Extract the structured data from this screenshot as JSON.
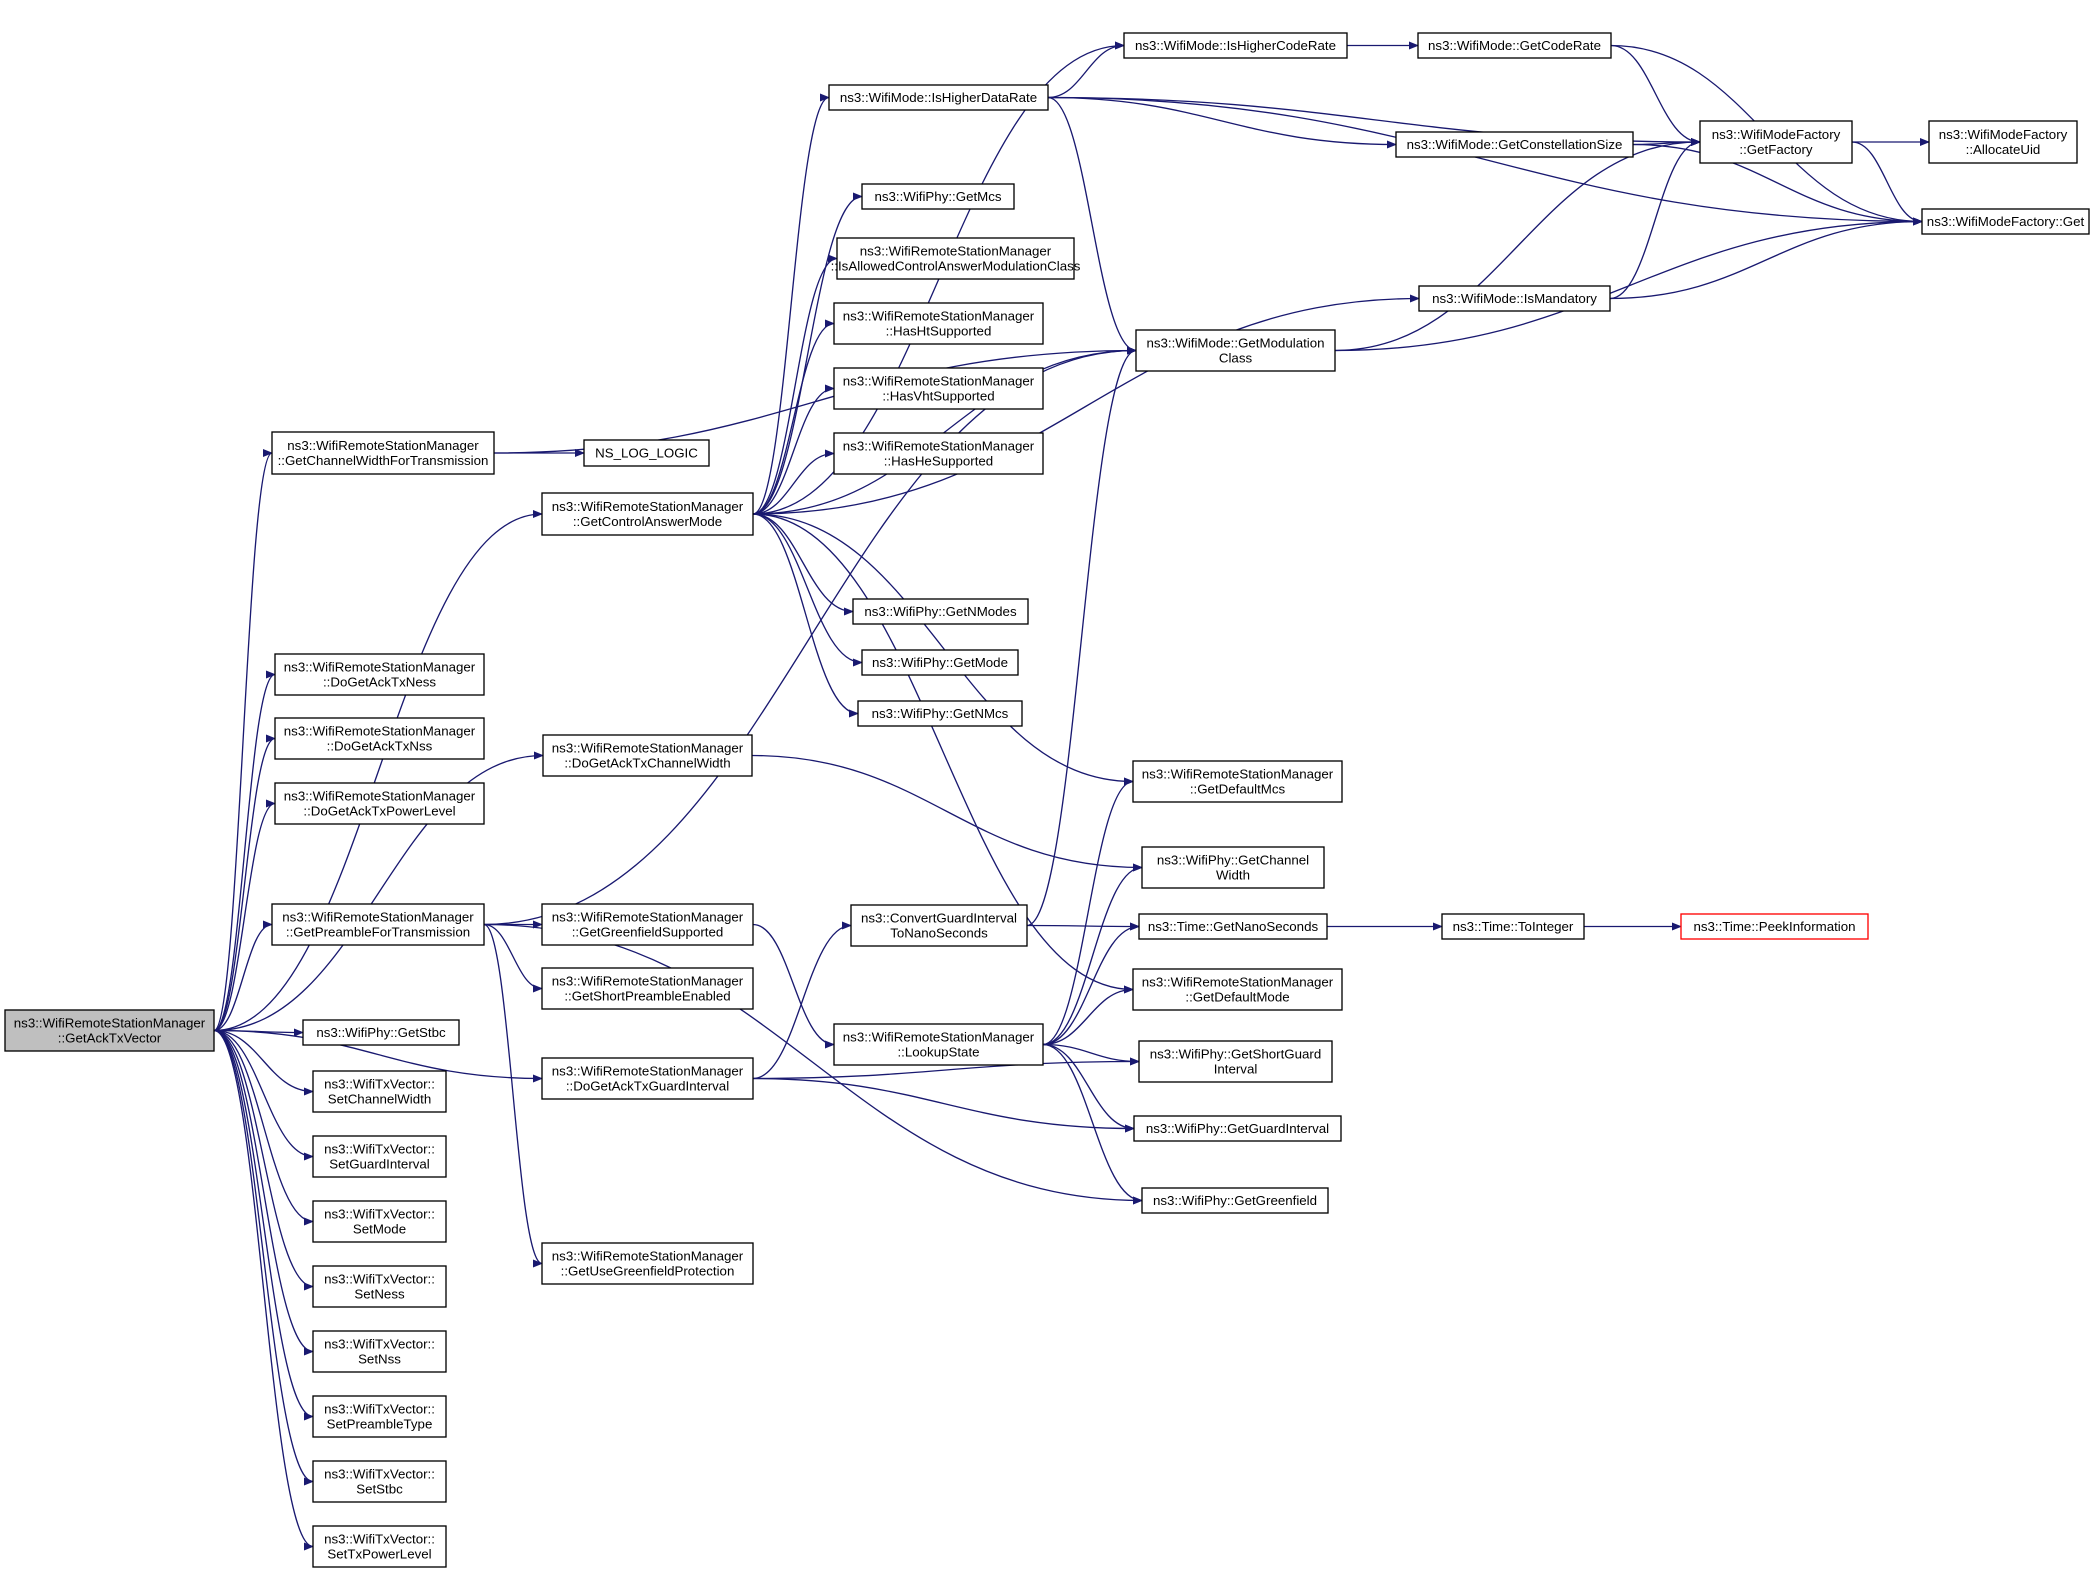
{
  "graph": {
    "edge_color": "#191970",
    "root_fill": "#bfbfbf",
    "truncated_border": "#ff0000",
    "nodes": [
      {
        "id": "root",
        "lines": [
          "ns3::WifiRemoteStationManager",
          "::GetAckTxVector"
        ],
        "style": "root"
      },
      {
        "id": "getChannelWidthForTx",
        "lines": [
          "ns3::WifiRemoteStationManager",
          "::GetChannelWidthForTransmission"
        ]
      },
      {
        "id": "nsLogLogic",
        "lines": [
          "NS_LOG_LOGIC"
        ]
      },
      {
        "id": "getControlAnswerMode",
        "lines": [
          "ns3::WifiRemoteStationManager",
          "::GetControlAnswerMode"
        ]
      },
      {
        "id": "doGetAckTxNess",
        "lines": [
          "ns3::WifiRemoteStationManager",
          "::DoGetAckTxNess"
        ]
      },
      {
        "id": "doGetAckTxNss",
        "lines": [
          "ns3::WifiRemoteStationManager",
          "::DoGetAckTxNss"
        ]
      },
      {
        "id": "doGetAckTxPowerLevel",
        "lines": [
          "ns3::WifiRemoteStationManager",
          "::DoGetAckTxPowerLevel"
        ]
      },
      {
        "id": "doGetAckTxChannelWidth",
        "lines": [
          "ns3::WifiRemoteStationManager",
          "::DoGetAckTxChannelWidth"
        ]
      },
      {
        "id": "getPreambleForTx",
        "lines": [
          "ns3::WifiRemoteStationManager",
          "::GetPreambleForTransmission"
        ]
      },
      {
        "id": "getGreenfieldSupported",
        "lines": [
          "ns3::WifiRemoteStationManager",
          "::GetGreenfieldSupported"
        ]
      },
      {
        "id": "getShortPreambleEnabled",
        "lines": [
          "ns3::WifiRemoteStationManager",
          "::GetShortPreambleEnabled"
        ]
      },
      {
        "id": "doGetAckTxGuardInterval",
        "lines": [
          "ns3::WifiRemoteStationManager",
          "::DoGetAckTxGuardInterval"
        ]
      },
      {
        "id": "getUseGreenfieldProtection",
        "lines": [
          "ns3::WifiRemoteStationManager",
          "::GetUseGreenfieldProtection"
        ]
      },
      {
        "id": "phyGetStbc",
        "lines": [
          "ns3::WifiPhy::GetStbc"
        ]
      },
      {
        "id": "setChannelWidth",
        "lines": [
          "ns3::WifiTxVector::",
          "SetChannelWidth"
        ]
      },
      {
        "id": "setGuardInterval",
        "lines": [
          "ns3::WifiTxVector::",
          "SetGuardInterval"
        ]
      },
      {
        "id": "setMode",
        "lines": [
          "ns3::WifiTxVector::",
          "SetMode"
        ]
      },
      {
        "id": "setNess",
        "lines": [
          "ns3::WifiTxVector::",
          "SetNess"
        ]
      },
      {
        "id": "setNss",
        "lines": [
          "ns3::WifiTxVector::",
          "SetNss"
        ]
      },
      {
        "id": "setPreambleType",
        "lines": [
          "ns3::WifiTxVector::",
          "SetPreambleType"
        ]
      },
      {
        "id": "setStbc",
        "lines": [
          "ns3::WifiTxVector::",
          "SetStbc"
        ]
      },
      {
        "id": "setTxPowerLevel",
        "lines": [
          "ns3::WifiTxVector::",
          "SetTxPowerLevel"
        ]
      },
      {
        "id": "isHigherDataRate",
        "lines": [
          "ns3::WifiMode::IsHigherDataRate"
        ]
      },
      {
        "id": "phyGetMcs",
        "lines": [
          "ns3::WifiPhy::GetMcs"
        ]
      },
      {
        "id": "isAllowedCtrlAnsModClass",
        "lines": [
          "ns3::WifiRemoteStationManager",
          "::IsAllowedControlAnswerModulationClass"
        ]
      },
      {
        "id": "hasHtSupported",
        "lines": [
          "ns3::WifiRemoteStationManager",
          "::HasHtSupported"
        ]
      },
      {
        "id": "hasVhtSupported",
        "lines": [
          "ns3::WifiRemoteStationManager",
          "::HasVhtSupported"
        ]
      },
      {
        "id": "hasHeSupported",
        "lines": [
          "ns3::WifiRemoteStationManager",
          "::HasHeSupported"
        ]
      },
      {
        "id": "phyGetNModes",
        "lines": [
          "ns3::WifiPhy::GetNModes"
        ]
      },
      {
        "id": "phyGetMode",
        "lines": [
          "ns3::WifiPhy::GetMode"
        ]
      },
      {
        "id": "phyGetNMcs",
        "lines": [
          "ns3::WifiPhy::GetNMcs"
        ]
      },
      {
        "id": "convertGuardInterval",
        "lines": [
          "ns3::ConvertGuardInterval",
          "ToNanoSeconds"
        ]
      },
      {
        "id": "lookupState",
        "lines": [
          "ns3::WifiRemoteStationManager",
          "::LookupState"
        ]
      },
      {
        "id": "isHigherCodeRate",
        "lines": [
          "ns3::WifiMode::IsHigherCodeRate"
        ]
      },
      {
        "id": "getModulationClass",
        "lines": [
          "ns3::WifiMode::GetModulation",
          "Class"
        ]
      },
      {
        "id": "getDefaultMcs",
        "lines": [
          "ns3::WifiRemoteStationManager",
          "::GetDefaultMcs"
        ]
      },
      {
        "id": "phyGetChannelWidth",
        "lines": [
          "ns3::WifiPhy::GetChannel",
          "Width"
        ]
      },
      {
        "id": "timeGetNanoSeconds",
        "lines": [
          "ns3::Time::GetNanoSeconds"
        ]
      },
      {
        "id": "getDefaultMode",
        "lines": [
          "ns3::WifiRemoteStationManager",
          "::GetDefaultMode"
        ]
      },
      {
        "id": "phyGetShortGuardInterval",
        "lines": [
          "ns3::WifiPhy::GetShortGuard",
          "Interval"
        ]
      },
      {
        "id": "phyGetGuardInterval",
        "lines": [
          "ns3::WifiPhy::GetGuardInterval"
        ]
      },
      {
        "id": "phyGetGreenfield",
        "lines": [
          "ns3::WifiPhy::GetGreenfield"
        ]
      },
      {
        "id": "getCodeRate",
        "lines": [
          "ns3::WifiMode::GetCodeRate"
        ]
      },
      {
        "id": "getConstellationSize",
        "lines": [
          "ns3::WifiMode::GetConstellationSize"
        ]
      },
      {
        "id": "isMandatory",
        "lines": [
          "ns3::WifiMode::IsMandatory"
        ]
      },
      {
        "id": "timeToInteger",
        "lines": [
          "ns3::Time::ToInteger"
        ]
      },
      {
        "id": "factoryGetFactory",
        "lines": [
          "ns3::WifiModeFactory",
          "::GetFactory"
        ]
      },
      {
        "id": "factoryGet",
        "lines": [
          "ns3::WifiModeFactory::Get"
        ]
      },
      {
        "id": "factoryAllocateUid",
        "lines": [
          "ns3::WifiModeFactory",
          "::AllocateUid"
        ]
      },
      {
        "id": "timePeekInformation",
        "lines": [
          "ns3::Time::PeekInformation"
        ],
        "style": "truncated"
      }
    ],
    "edges": [
      [
        "root",
        "getChannelWidthForTx"
      ],
      [
        "root",
        "getControlAnswerMode"
      ],
      [
        "root",
        "doGetAckTxNess"
      ],
      [
        "root",
        "doGetAckTxNss"
      ],
      [
        "root",
        "doGetAckTxPowerLevel"
      ],
      [
        "root",
        "doGetAckTxChannelWidth"
      ],
      [
        "root",
        "getPreambleForTx"
      ],
      [
        "root",
        "doGetAckTxGuardInterval"
      ],
      [
        "root",
        "phyGetStbc"
      ],
      [
        "root",
        "setChannelWidth"
      ],
      [
        "root",
        "setGuardInterval"
      ],
      [
        "root",
        "setMode"
      ],
      [
        "root",
        "setNess"
      ],
      [
        "root",
        "setNss"
      ],
      [
        "root",
        "setPreambleType"
      ],
      [
        "root",
        "setStbc"
      ],
      [
        "root",
        "setTxPowerLevel"
      ],
      [
        "getChannelWidthForTx",
        "nsLogLogic"
      ],
      [
        "getChannelWidthForTx",
        "getModulationClass"
      ],
      [
        "getControlAnswerMode",
        "isHigherCodeRate"
      ],
      [
        "getControlAnswerMode",
        "isHigherDataRate"
      ],
      [
        "getControlAnswerMode",
        "phyGetMcs"
      ],
      [
        "getControlAnswerMode",
        "isAllowedCtrlAnsModClass"
      ],
      [
        "getControlAnswerMode",
        "hasHtSupported"
      ],
      [
        "getControlAnswerMode",
        "hasVhtSupported"
      ],
      [
        "getControlAnswerMode",
        "hasHeSupported"
      ],
      [
        "getControlAnswerMode",
        "getModulationClass"
      ],
      [
        "getControlAnswerMode",
        "isMandatory"
      ],
      [
        "getControlAnswerMode",
        "phyGetNModes"
      ],
      [
        "getControlAnswerMode",
        "phyGetMode"
      ],
      [
        "getControlAnswerMode",
        "phyGetNMcs"
      ],
      [
        "getControlAnswerMode",
        "getDefaultMcs"
      ],
      [
        "getControlAnswerMode",
        "getDefaultMode"
      ],
      [
        "doGetAckTxChannelWidth",
        "phyGetChannelWidth"
      ],
      [
        "getPreambleForTx",
        "getGreenfieldSupported"
      ],
      [
        "getPreambleForTx",
        "getShortPreambleEnabled"
      ],
      [
        "getPreambleForTx",
        "getUseGreenfieldProtection"
      ],
      [
        "getPreambleForTx",
        "getModulationClass"
      ],
      [
        "getPreambleForTx",
        "phyGetGreenfield"
      ],
      [
        "getGreenfieldSupported",
        "lookupState"
      ],
      [
        "doGetAckTxGuardInterval",
        "convertGuardInterval"
      ],
      [
        "doGetAckTxGuardInterval",
        "phyGetShortGuardInterval"
      ],
      [
        "doGetAckTxGuardInterval",
        "phyGetGuardInterval"
      ],
      [
        "convertGuardInterval",
        "getModulationClass"
      ],
      [
        "convertGuardInterval",
        "timeGetNanoSeconds"
      ],
      [
        "lookupState",
        "getDefaultMcs"
      ],
      [
        "lookupState",
        "phyGetChannelWidth"
      ],
      [
        "lookupState",
        "timeGetNanoSeconds"
      ],
      [
        "lookupState",
        "getDefaultMode"
      ],
      [
        "lookupState",
        "phyGetShortGuardInterval"
      ],
      [
        "lookupState",
        "phyGetGuardInterval"
      ],
      [
        "lookupState",
        "phyGetGreenfield"
      ],
      [
        "isHigherDataRate",
        "isHigherCodeRate"
      ],
      [
        "isHigherDataRate",
        "getModulationClass"
      ],
      [
        "isHigherDataRate",
        "getConstellationSize"
      ],
      [
        "isHigherDataRate",
        "factoryGetFactory"
      ],
      [
        "isHigherDataRate",
        "factoryGet"
      ],
      [
        "isHigherCodeRate",
        "getCodeRate"
      ],
      [
        "getCodeRate",
        "factoryGetFactory"
      ],
      [
        "getCodeRate",
        "factoryGet"
      ],
      [
        "getConstellationSize",
        "factoryGetFactory"
      ],
      [
        "getConstellationSize",
        "factoryGet"
      ],
      [
        "getModulationClass",
        "factoryGetFactory"
      ],
      [
        "getModulationClass",
        "factoryGet"
      ],
      [
        "isMandatory",
        "factoryGetFactory"
      ],
      [
        "isMandatory",
        "factoryGet"
      ],
      [
        "factoryGetFactory",
        "factoryAllocateUid"
      ],
      [
        "factoryGetFactory",
        "factoryGet"
      ],
      [
        "timeGetNanoSeconds",
        "timeToInteger"
      ],
      [
        "timeToInteger",
        "timePeekInformation"
      ]
    ]
  }
}
